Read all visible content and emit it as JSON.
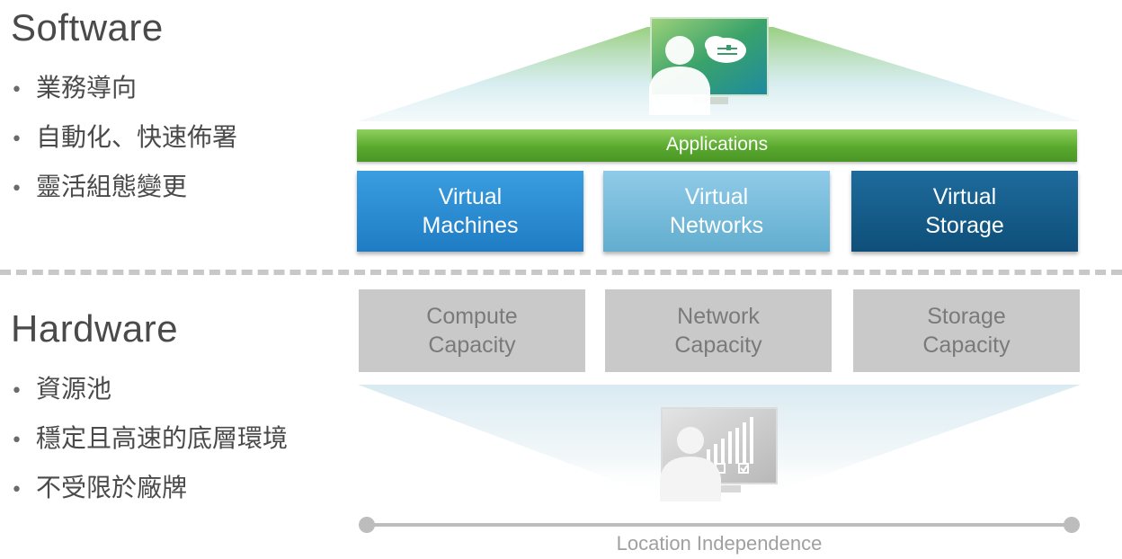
{
  "software": {
    "title": "Software",
    "bullets": [
      "業務導向",
      "自動化、快速佈署",
      "靈活組態變更"
    ]
  },
  "hardware": {
    "title": "Hardware",
    "bullets": [
      "資源池",
      "穩定且高速的底層環境",
      "不受限於廠牌"
    ]
  },
  "applications_label": "Applications",
  "virtual_boxes": [
    {
      "label": "Virtual\nMachines",
      "color": "#2a8fd6"
    },
    {
      "label": "Virtual\nNetworks",
      "color": "#7bbfe0"
    },
    {
      "label": "Virtual\nStorage",
      "color": "#135d8e"
    }
  ],
  "capacity_boxes": [
    {
      "label": "Compute\nCapacity"
    },
    {
      "label": "Network\nCapacity"
    },
    {
      "label": "Storage\nCapacity"
    }
  ],
  "location_label": "Location Independence",
  "icons": {
    "top": "user-monitor-cloud-icon",
    "bottom": "user-monitor-chart-icon"
  },
  "colors": {
    "applications": "#5aaa30",
    "capacity": "#c9c9c9",
    "divider": "#c8c8c8"
  }
}
